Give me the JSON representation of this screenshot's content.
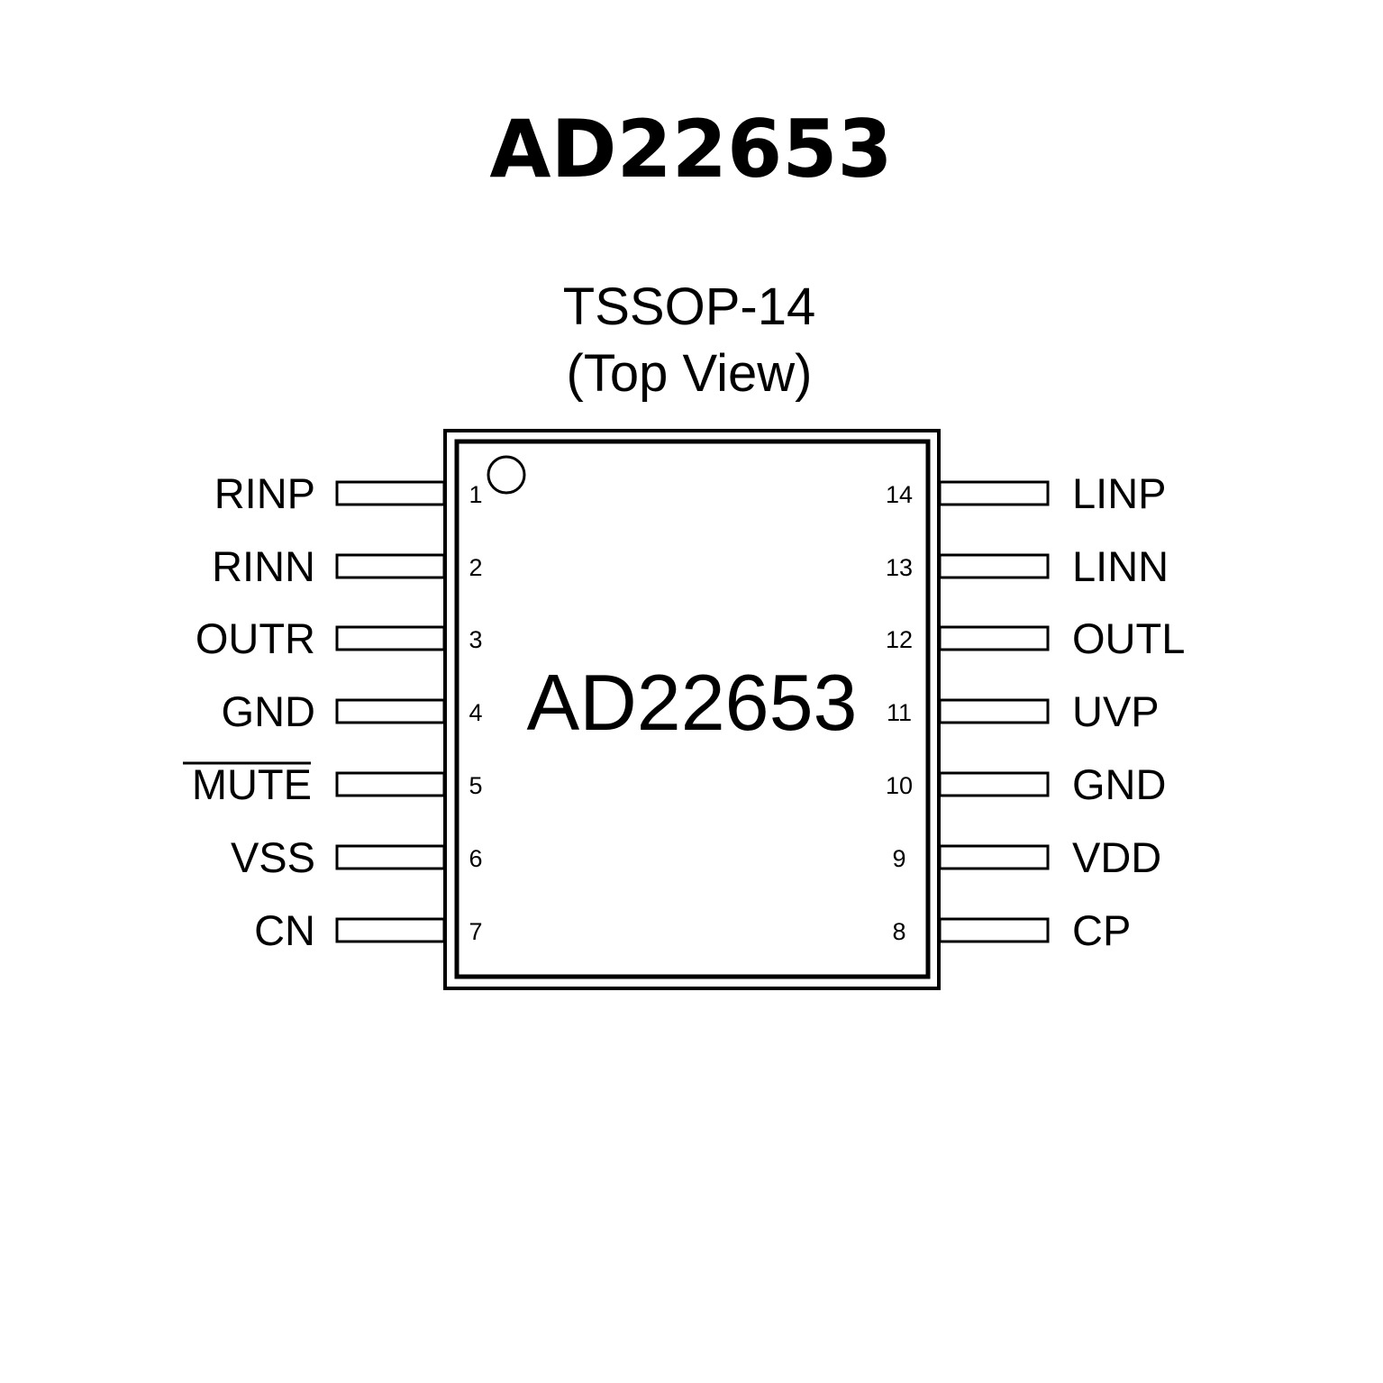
{
  "title": "AD22653",
  "package": {
    "name": "TSSOP-14",
    "view": "(Top View)"
  },
  "chip_label": "AD22653",
  "left_pins": [
    {
      "number": "1",
      "name": "RINP",
      "overbar": false
    },
    {
      "number": "2",
      "name": "RINN",
      "overbar": false
    },
    {
      "number": "3",
      "name": "OUTR",
      "overbar": false
    },
    {
      "number": "4",
      "name": "GND",
      "overbar": false
    },
    {
      "number": "5",
      "name": "MUTE",
      "overbar": true
    },
    {
      "number": "6",
      "name": "VSS",
      "overbar": false
    },
    {
      "number": "7",
      "name": "CN",
      "overbar": false
    }
  ],
  "right_pins": [
    {
      "number": "14",
      "name": "LINP",
      "overbar": false
    },
    {
      "number": "13",
      "name": "LINN",
      "overbar": false
    },
    {
      "number": "12",
      "name": "OUTL",
      "overbar": false
    },
    {
      "number": "11",
      "name": "UVP",
      "overbar": false
    },
    {
      "number": "10",
      "name": "GND",
      "overbar": false
    },
    {
      "number": "9",
      "name": "VDD",
      "overbar": false
    },
    {
      "number": "8",
      "name": "CP",
      "overbar": false
    }
  ]
}
